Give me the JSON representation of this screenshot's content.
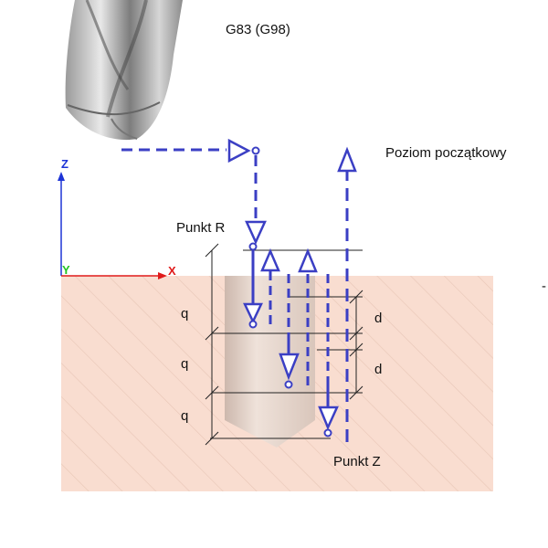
{
  "title": "G83 (G98)",
  "labels": {
    "initial_level": "Poziom początkowy",
    "point_r": "Punkt R",
    "point_z": "Punkt Z",
    "q": "q",
    "d": "d"
  },
  "axes": {
    "z": "Z",
    "y": "Y",
    "x": "X"
  },
  "stray_mark": "-",
  "colors": {
    "path": "#3b3fc4",
    "material": "#f9ddd0",
    "hatch": "#e8c6b6",
    "hole": "#e6d5cc",
    "z_axis": "#1d34d6",
    "x_axis": "#e01b1b",
    "y_axis": "#22c422",
    "dim": "#222222"
  },
  "icons": [
    "drill-bit-icon",
    "down-arrow-icon",
    "up-arrow-icon",
    "right-arrow-icon"
  ]
}
